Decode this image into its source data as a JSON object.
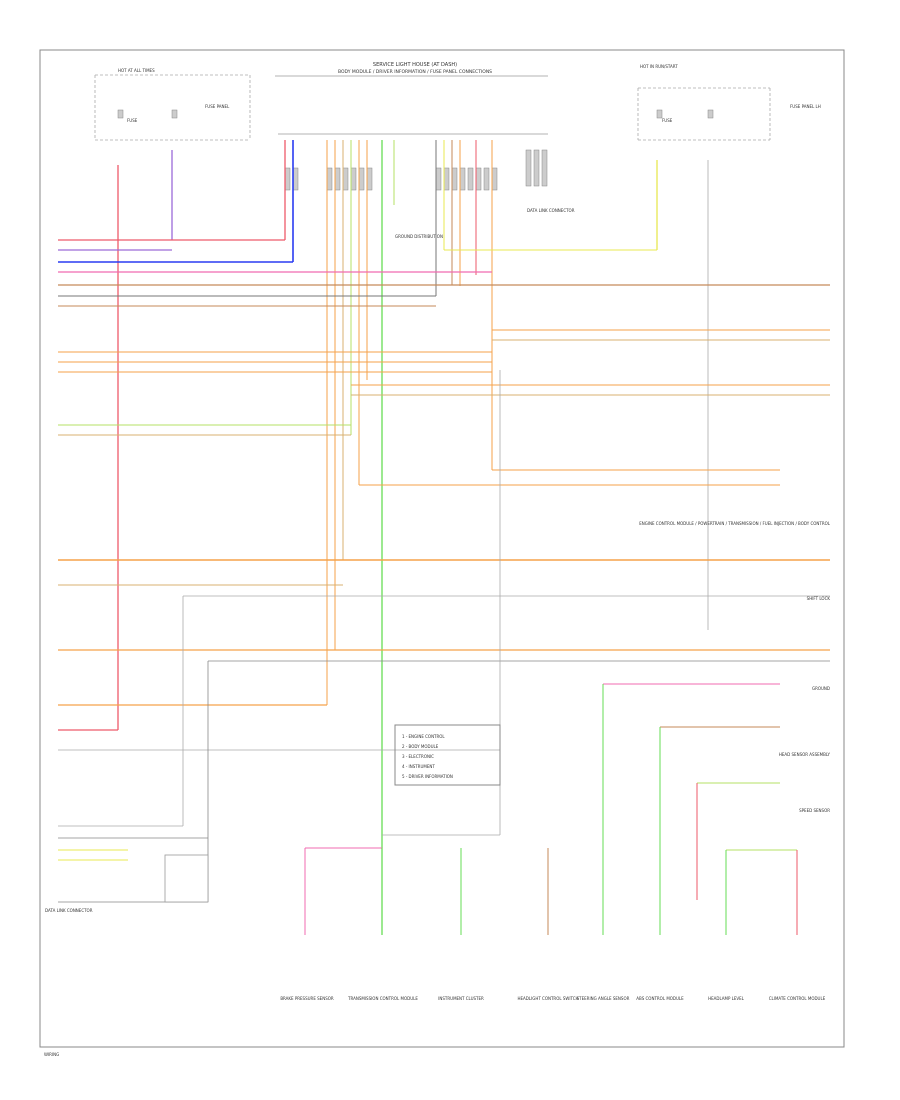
{
  "title_line": "SERVICE LIGHT HOUSE (AT DASH)",
  "subtitle_line": "BODY MODULE / DRIVER INFORMATION / FUSE PANEL CONNECTIONS",
  "left_box": {
    "title": "HOT AT ALL TIMES",
    "fuse_label": "FUSE",
    "fuse_panel": "FUSE PANEL"
  },
  "right_box": {
    "title": "HOT IN RUN/START",
    "fuse_label": "FUSE",
    "fuse_panel": "FUSE PANEL LH"
  },
  "center_label": "DATA LINK CONNECTOR",
  "ground_label": "GROUND DISTRIBUTION",
  "right_module_label": "ENGINE CONTROL MODULE / POWERTRAIN / TRANSMISSION / FUEL INJECTION / BODY CONTROL",
  "right_labels": {
    "shift": "SHIFT LOCK",
    "ground": "GROUND",
    "nozzle": "HEAD SENSOR ASSEMBLY",
    "sensor": "SPEED SENSOR"
  },
  "bottom_left_label": "DATA LINK CONNECTOR",
  "corner_label": "WIRING",
  "legend_items": [
    "1 - ENGINE CONTROL",
    "2 - BODY MODULE",
    "3 - ELECTRONIC",
    "4 - INSTRUMENT",
    "5 - DRIVER INFORMATION"
  ],
  "bottom_components": [
    "BRAKE PRESSURE SENSOR",
    "TRANSMISSION CONTROL MODULE",
    "INSTRUMENT CLUSTER",
    "HEADLIGHT CONTROL SWITCH",
    "STEERING ANGLE SENSOR",
    "ABS CONTROL MODULE",
    "HEADLAMP LEVEL",
    "CLIMATE CONTROL MODULE"
  ],
  "colors": {
    "red": "#ee5a6a",
    "pink": "#f06bb0",
    "blue": "#2a3cf2",
    "violet": "#9c6ad8",
    "orange": "#f5a24a",
    "brown": "#c58a5a",
    "tan": "#d8b070",
    "green": "#66dd55",
    "lime": "#b5e066",
    "yellow": "#e8e850",
    "gray": "#999999"
  }
}
